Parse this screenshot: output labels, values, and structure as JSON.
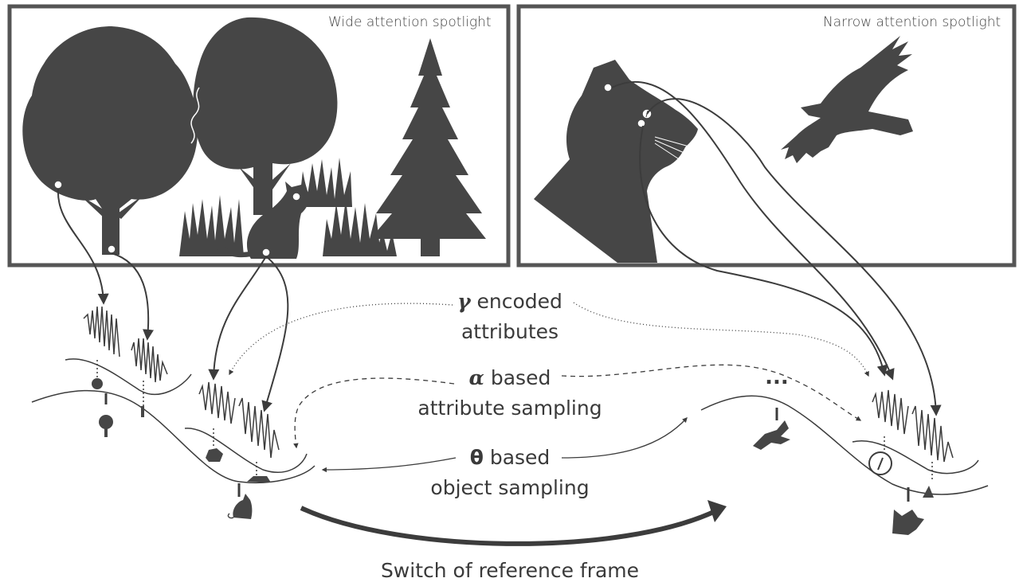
{
  "panels": {
    "left_title": "Wide attention spotlight",
    "right_title": "Narrow attention spotlight"
  },
  "labels": {
    "gamma_symbol": "γ",
    "gamma_line1": "encoded",
    "gamma_line2": "attributes",
    "alpha_symbol": "α",
    "alpha_line1": "based",
    "alpha_line2": "attribute sampling",
    "theta_symbol": "θ",
    "theta_line1": "based",
    "theta_line2": "object sampling",
    "ellipsis": "...",
    "bottom": "Switch of reference frame"
  },
  "colors": {
    "silhouette": "#464646",
    "stroke": "#3c3c3c",
    "background": "#ffffff"
  }
}
